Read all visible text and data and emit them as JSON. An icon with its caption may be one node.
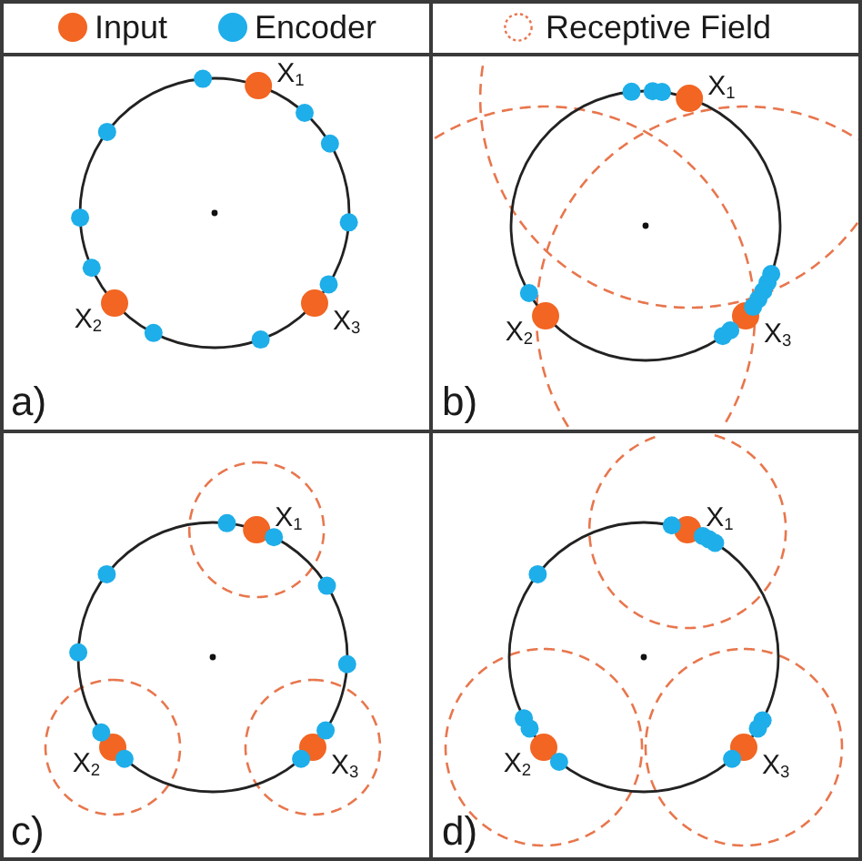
{
  "diagram": {
    "labels": [
      "X$_{1}$",
      "X$_{2}$",
      "X$_{3}$",
      "a)",
      "X$_{1}$",
      "X$_{2}$",
      "X$_{3}$",
      "b)",
      "X$_{1}$",
      "X$_{2}$",
      "X$_{3}$",
      "c)",
      "X$_{1}$",
      "X$_{2}$",
      "X$_{3}$",
      "d)"
    ],
    "legend": [
      {
        "text": "Input",
        "color": "#f26522"
      },
      {
        "text": "Encoder",
        "color": "#1eaeea"
      },
      {
        "text": "Receptive Field"
      }
    ]
  }
}
